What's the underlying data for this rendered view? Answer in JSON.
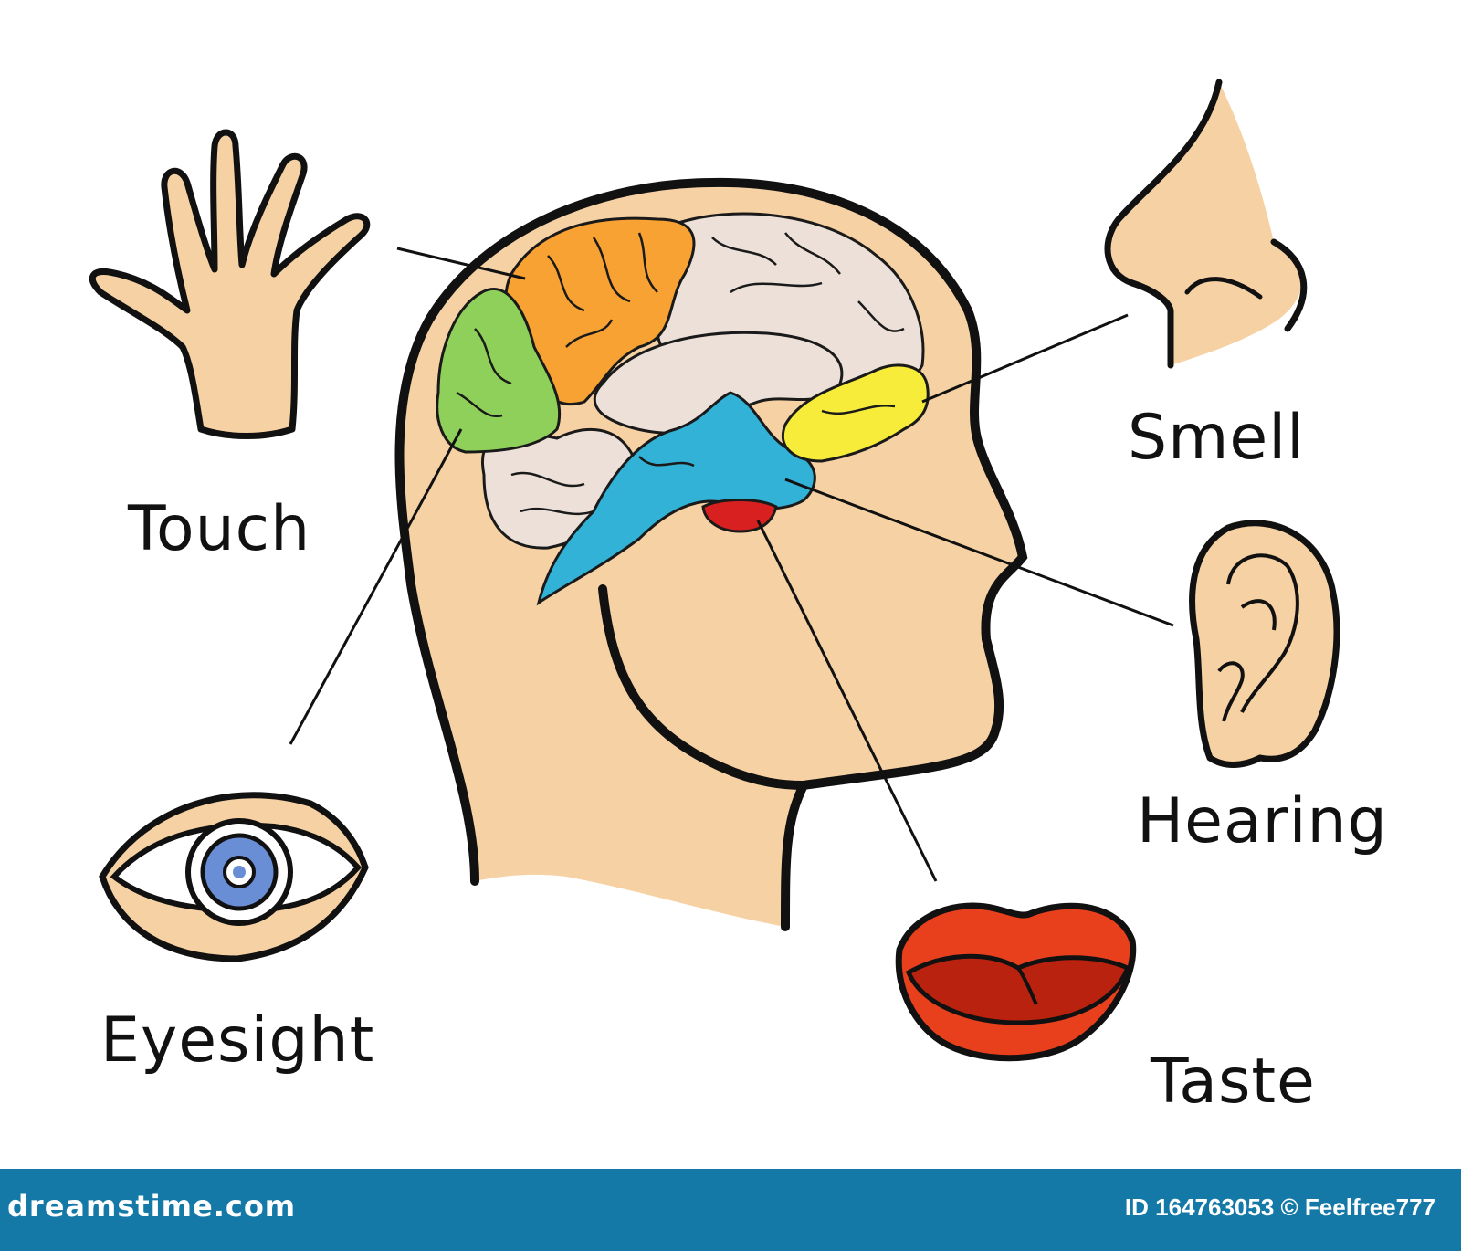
{
  "labels": {
    "touch": "Touch",
    "smell": "Smell",
    "hearing": "Hearing",
    "eyesight": "Eyesight",
    "taste": "Taste"
  },
  "footer": {
    "logo": "dreamstime.com",
    "credit": "ID 164763053 © Feelfree777"
  },
  "colors": {
    "skin": "#f6d1a3",
    "outline": "#111111",
    "frontal": "#f7a233",
    "parietal": "#ece0d8",
    "occipital": "#8fd05a",
    "temporal": "#32b2d6",
    "olfactory": "#f7ec3a",
    "gustatory": "#d82020",
    "lips": "#e8401d",
    "iris": "#6a8ed6",
    "footer": "#1579a8"
  }
}
